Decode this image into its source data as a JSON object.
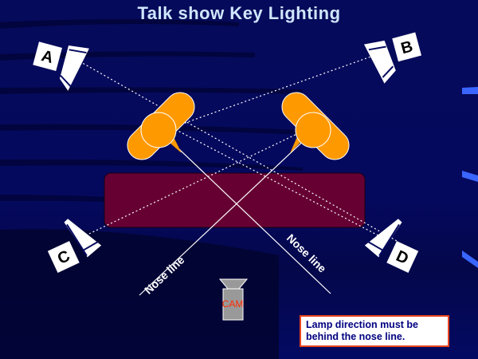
{
  "title": "Talk show Key Lighting",
  "lamps": [
    {
      "id": "A",
      "label": "A"
    },
    {
      "id": "B",
      "label": "B"
    },
    {
      "id": "C",
      "label": "C"
    },
    {
      "id": "D",
      "label": "D"
    }
  ],
  "nose_line_labels": [
    "Nose line",
    "Nose line"
  ],
  "camera": {
    "label": "CAM"
  },
  "note": "Lamp direction must be behind the nose line.",
  "colors": {
    "background": "#000066",
    "title": "#cfe6ff",
    "desk": "#660033",
    "heads": "#ff9900",
    "camera": "#999999",
    "camera_label": "#ff2a00",
    "note_border": "#e8451e",
    "note_text": "#000080"
  }
}
